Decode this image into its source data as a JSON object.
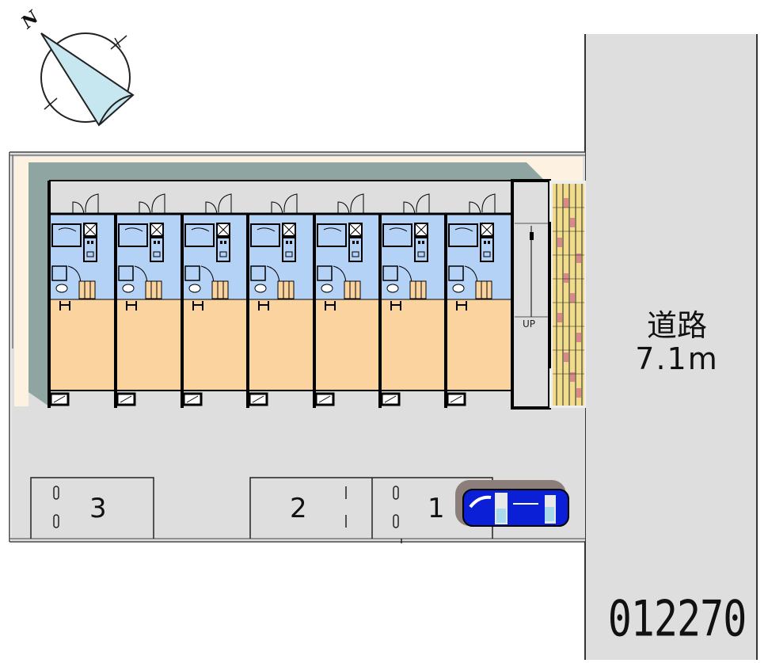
{
  "compass": {
    "north_label": "N",
    "icon": "north-arrow-icon",
    "fill_color": "#c6e6f0"
  },
  "road": {
    "label": "道路",
    "width": "7.1m",
    "fill_color": "#dedede"
  },
  "building": {
    "unit_count": 7,
    "units": [
      {
        "index": 1
      },
      {
        "index": 2
      },
      {
        "index": 3
      },
      {
        "index": 4
      },
      {
        "index": 5
      },
      {
        "index": 6
      },
      {
        "index": 7
      }
    ],
    "wet_area_color": "#b4d2f5",
    "room_color": "#fbd39f",
    "stair_label": "UP",
    "planting_color": "#f0dc8c"
  },
  "parking": {
    "spaces": [
      {
        "number": "3"
      },
      {
        "number": "2"
      },
      {
        "number": "1"
      }
    ],
    "car_color": "#0a1fd6"
  },
  "property_id": "012270",
  "colors": {
    "lot": "#dedede",
    "shadow": "#8fa5a2",
    "cream": "#fdf2e2"
  }
}
